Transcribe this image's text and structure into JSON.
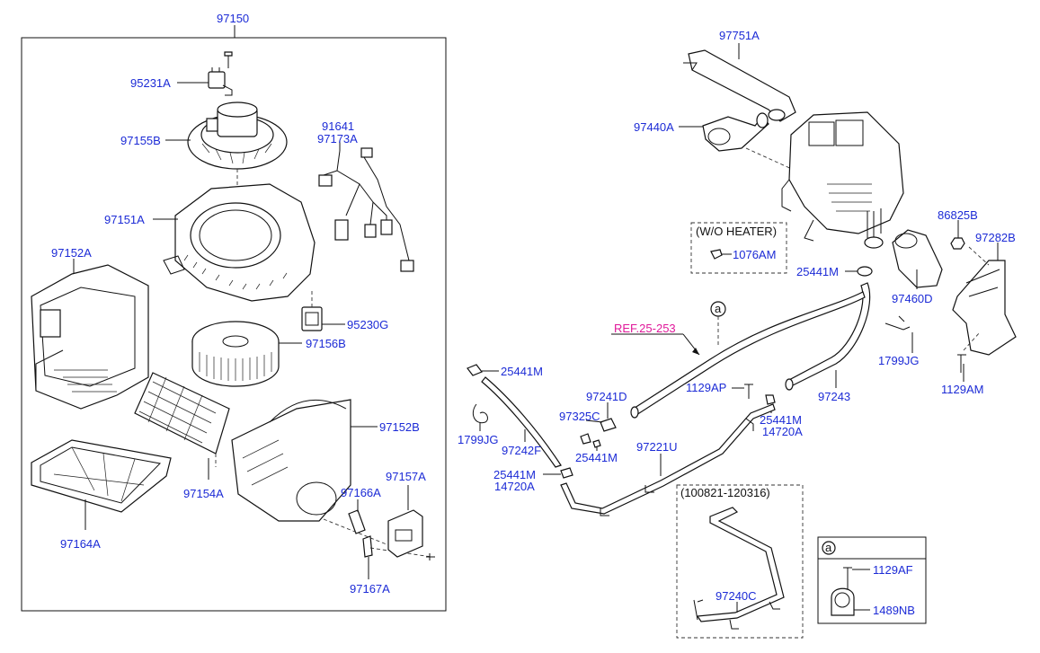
{
  "labels": {
    "assembly": "97150",
    "bracket_relay": "95231A",
    "motor": "97155B",
    "wiring_a": "91641",
    "wiring_b": "97173A",
    "upper_case": "97151A",
    "lower_case_left": "97152A",
    "resistor": "95230G",
    "fan": "97156B",
    "lower_case_right": "97152B",
    "actuator": "97157A",
    "filter_cover": "97154A",
    "filter": "97164A",
    "screw_a": "97166A",
    "screw_b": "97167A",
    "duct_top": "97751A",
    "duct_left": "97440A",
    "duct_right": "97460D",
    "seal": "86825B",
    "cover_right": "97282B",
    "clip_right": "1799JG",
    "bolt_right": "1129AM",
    "heater_hose": "97243",
    "bolt_mid": "1129AP",
    "clamp_mid_a": "25441M",
    "clamp_mid_b": "14720A",
    "hose_short": "97241D",
    "connector": "97325C",
    "clamp_lower": "25441M",
    "pipe": "97221U",
    "clamp_top_left": "25441M",
    "clip_left": "1799JG",
    "hose_left": "97242F",
    "clamp_bottom_a": "25441M",
    "clamp_bottom_b": "14720A",
    "clamp_heater": "25441M",
    "pipe_alt": "97240C",
    "bolt_a": "1129AF",
    "clamp_a": "1489NB",
    "nut": "1076AM"
  },
  "ref": "REF.25-253",
  "notes": {
    "wo_heater": "(W/O HEATER)",
    "date_range": "(100821-120316)",
    "callout": "a",
    "callout_box": "a"
  }
}
